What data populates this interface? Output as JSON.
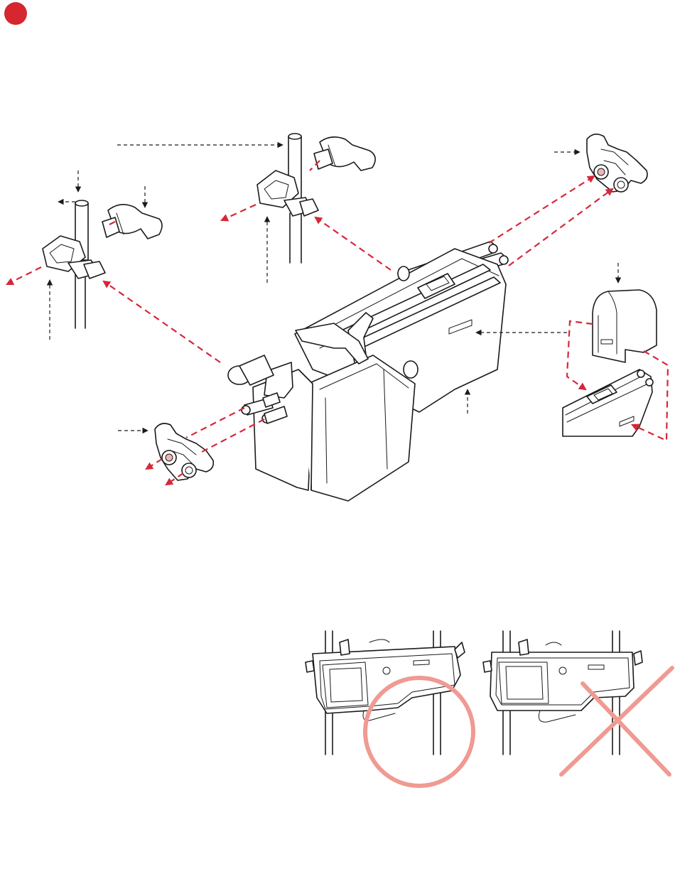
{
  "colors": {
    "step_badge": "#d6262f",
    "removal_arrow": "#d6273a",
    "correct_mark": "#ef9a92",
    "incorrect_mark": "#ef9a92",
    "line_art": "#1a1a1a",
    "background": "#ffffff"
  },
  "step_badge": {
    "label": ""
  },
  "icons": [
    "step-badge",
    "dashed-arrow",
    "red-removal-arrow",
    "correct-circle",
    "incorrect-cross"
  ]
}
